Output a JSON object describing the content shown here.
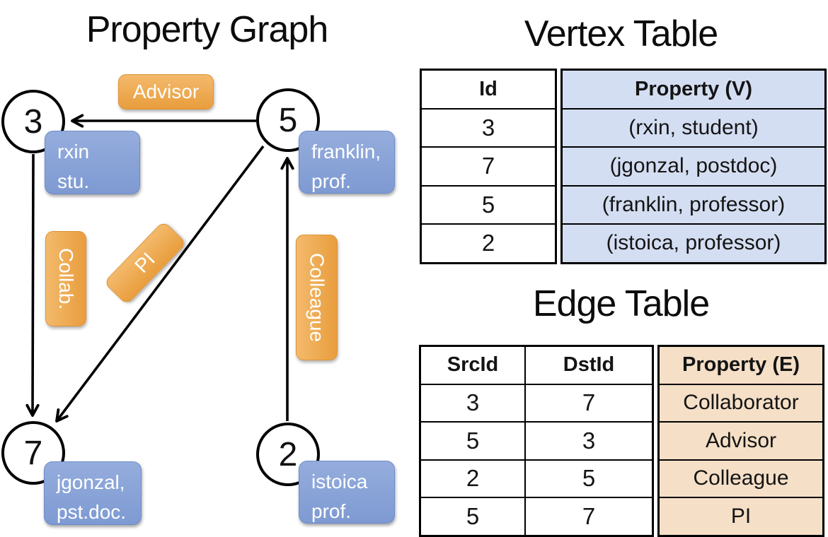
{
  "graph": {
    "title": "Property Graph",
    "nodes": [
      {
        "id": "3",
        "prop_line1": "rxin",
        "prop_line2": "stu."
      },
      {
        "id": "5",
        "prop_line1": "franklin,",
        "prop_line2": "prof."
      },
      {
        "id": "7",
        "prop_line1": "jgonzal,",
        "prop_line2": "pst.doc."
      },
      {
        "id": "2",
        "prop_line1": "istoica",
        "prop_line2": "prof."
      }
    ],
    "edge_labels": {
      "advisor": "Advisor",
      "collab": "Collab.",
      "pi": "PI",
      "colleague": "Colleague"
    },
    "edges": [
      {
        "src": "5",
        "dst": "3",
        "label": "Advisor"
      },
      {
        "src": "3",
        "dst": "7",
        "label": "Collab."
      },
      {
        "src": "5",
        "dst": "7",
        "label": "PI"
      },
      {
        "src": "2",
        "dst": "5",
        "label": "Colleague"
      }
    ]
  },
  "vertex_table": {
    "title": "Vertex Table",
    "columns": {
      "id": "Id",
      "property": "Property (V)"
    },
    "rows": [
      {
        "id": "3",
        "property": "(rxin, student)"
      },
      {
        "id": "7",
        "property": "(jgonzal, postdoc)"
      },
      {
        "id": "5",
        "property": "(franklin, professor)"
      },
      {
        "id": "2",
        "property": "(istoica, professor)"
      }
    ]
  },
  "edge_table": {
    "title": "Edge Table",
    "columns": {
      "src": "SrcId",
      "dst": "DstId",
      "property": "Property (E)"
    },
    "rows": [
      {
        "src": "3",
        "dst": "7",
        "property": "Collaborator"
      },
      {
        "src": "5",
        "dst": "3",
        "property": "Advisor"
      },
      {
        "src": "2",
        "dst": "5",
        "property": "Colleague"
      },
      {
        "src": "5",
        "dst": "7",
        "property": "PI"
      }
    ]
  },
  "colors": {
    "edge_label_orange": "#ee9f3f",
    "vertex_box_blue": "#87a1d6",
    "vertex_table_fill": "#d4def2",
    "edge_table_fill": "#f5dfc7",
    "line_black": "#000000"
  }
}
